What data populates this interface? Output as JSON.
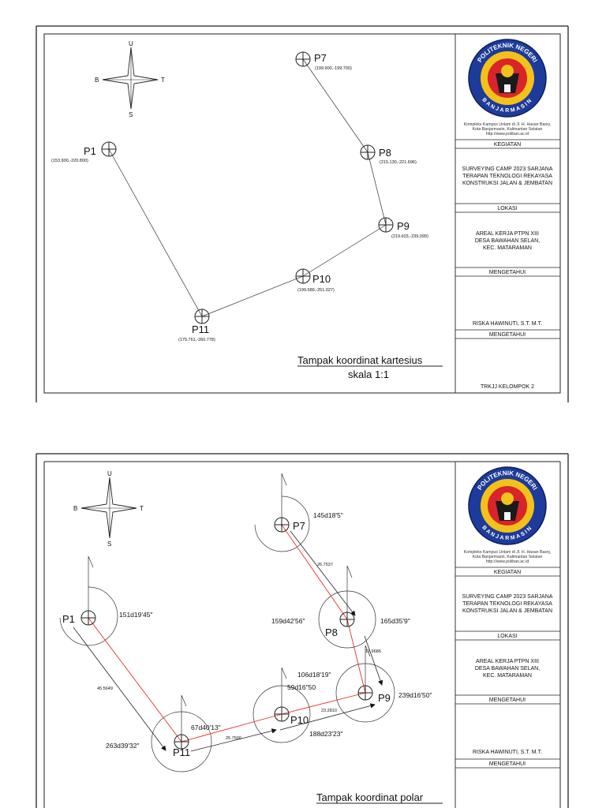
{
  "sheet1": {
    "compass": {
      "north": "U",
      "south": "S",
      "west": "B",
      "east": "T"
    },
    "points": [
      {
        "name": "P7",
        "coord": "(199.900,-199.700)"
      },
      {
        "name": "P8",
        "coord": "(215.130,-221.696)"
      },
      {
        "name": "P1",
        "coord": "(153.900,-220.800)"
      },
      {
        "name": "P9",
        "coord": "(219.603,-239.099)"
      },
      {
        "name": "P10",
        "coord": "(199.589,-251.027)"
      },
      {
        "name": "P11",
        "coord": "(175.761,-260.778)"
      }
    ],
    "caption_title": "Tampak koordinat kartesius",
    "caption_scale": "skala 1:1"
  },
  "sheet2": {
    "compass": {
      "north": "U",
      "south": "S",
      "west": "B",
      "east": "T"
    },
    "points": [
      {
        "name": "P7"
      },
      {
        "name": "P8"
      },
      {
        "name": "P1"
      },
      {
        "name": "P9"
      },
      {
        "name": "P10"
      },
      {
        "name": "P11"
      }
    ],
    "angles": [
      "145d18'5\"",
      "151d19'45\"",
      "159d42'56\"",
      "165d35'9\"",
      "106d18'19\"",
      "239d16'50\"",
      "59d16\"50",
      "67d40'13\"",
      "188d23'23\"",
      "263d39'32\""
    ],
    "distances": [
      "26.7537",
      "45.5649",
      "17.9686",
      "23.2810",
      "25.7590"
    ],
    "caption_title": "Tampak koordinat polar"
  },
  "title_block": {
    "logo_top_text": "POLITEKNIK NEGERI",
    "logo_bottom_text": "BANJARMASIN",
    "address": [
      "Kompleks Kampus Unlam di Jl. H. Hasan Basry,",
      "Kota Banjarmasin, Kalimantan Selatan",
      "http://www.poliban.ac.id"
    ],
    "kegiatan_label": "KEGIATAN",
    "kegiatan_text": [
      "SURVEYING CAMP 2023 SARJANA",
      "TERAPAN TEKNOLOGI REKAYASA",
      "KONSTRUKSI JALAN & JEMBATAN"
    ],
    "lokasi_label": "LOKASI",
    "lokasi_text": [
      "AREAL KERJA PTPN XIII",
      "DESA BAWAHAN SELAN,",
      "KEC. MATARAMAN"
    ],
    "mengetahui_label": "MENGETAHUI",
    "signer": "RISKA HAWINUTI, S.T. M.T.",
    "group": "TRKJJ KELOMPOK 2"
  },
  "colors": {
    "line": "#222222",
    "traverse_polar": "#e8302a",
    "logo_blue": "#1d3b9a",
    "logo_yellow": "#f2c21a",
    "logo_red": "#d8242a"
  }
}
